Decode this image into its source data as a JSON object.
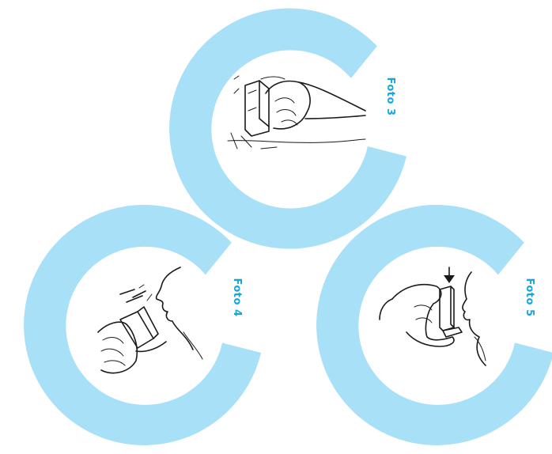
{
  "ring_color": "#a8e0f7",
  "caption_color": "#1aa4d8",
  "photos": [
    {
      "id": "foto-3",
      "caption": "Foto 3",
      "illustration": "hand-holding-inhaler-upright-icon"
    },
    {
      "id": "foto-4",
      "caption": "Foto 4",
      "illustration": "person-exhaling-holding-inhaler-icon"
    },
    {
      "id": "foto-5",
      "caption": "Foto 5",
      "illustration": "person-pressing-inhaler-canister-icon"
    }
  ]
}
